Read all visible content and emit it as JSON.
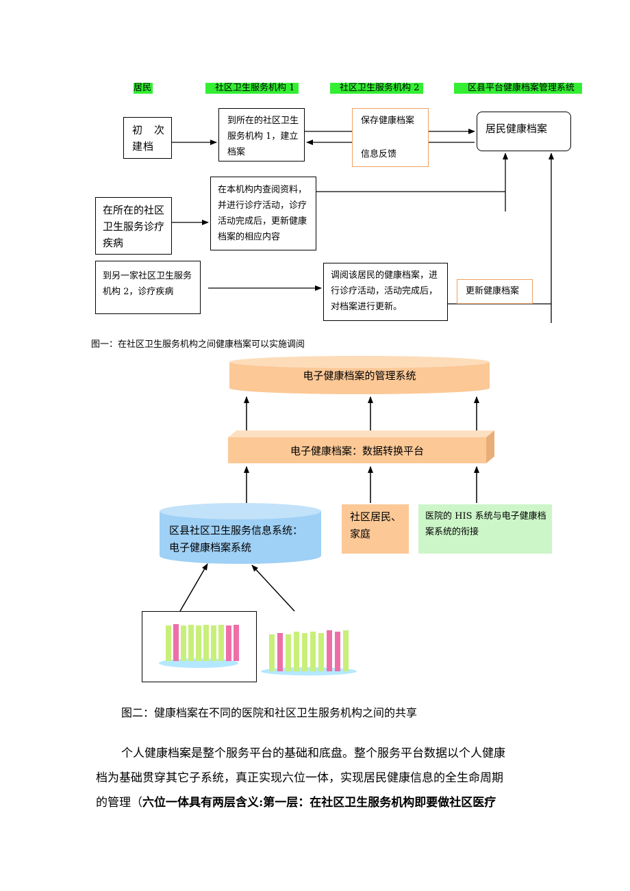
{
  "figure1": {
    "headers": {
      "resident": "居民",
      "org1": "社区卫生服务机构 1",
      "org2": "社区卫生服务机构 2",
      "county": "区县平台健康档案管理系统"
    },
    "boxes": {
      "first_file_l1": "初　次",
      "first_file_l2": "建档",
      "go_org1": "到所在的社区卫生服务机构 1，建立档案",
      "save_record": "保存健康档案",
      "info_feedback": "信息反馈",
      "resident_record": "居民健康档案",
      "visit_local": "在所在的社区卫生服务诊疗疾病",
      "query_local": "在本机构内查阅资料，并进行诊疗活动，诊疗活动完成后，更新健康档案的相应内容",
      "visit_other": "到另一家社区卫生服务机构 2，诊疗疾病",
      "access_record": "调阅该居民的健康档案，进行诊疗活动，活动完成后，对档案进行更新。",
      "update_record": "更新健康档案"
    },
    "caption": "图一：在社区卫生服务机构之间健康档案可以实施调阅"
  },
  "figure2": {
    "mgmt_system": "电子健康档案的管理系统",
    "conversion_platform": "电子健康档案：数据转换平台",
    "county_system_l1": "区县社区卫生服务信息系统：",
    "county_system_l2": "电子健康档案系统",
    "residents_family_l1": "社区居民、",
    "residents_family_l2": "家庭",
    "his_link": "医院的 HIS 系统与电子健康档案系统的衔接",
    "caption": "图二：健康档案在不同的医院和社区卫生服务机构之间的共享",
    "colors": {
      "orange": "#fbc896",
      "blue": "#9fd0f5",
      "green": "#ccf5c8",
      "pink": "#ee6fa8",
      "teal": "#c8ef7a"
    }
  },
  "paragraph": {
    "line1": "个人健康档案是整个服务平台的基础和底盘。整个服务平台数据以个人健康",
    "line2": "档为基础贯穿其它子系统，真正实现六位一体，实现居民健康信息的全生命周期",
    "line3_normal": "的管理（",
    "line3_bold": "六位一体具有两层含义:第一层：在社区卫生服务机构即要做社区医疗"
  }
}
